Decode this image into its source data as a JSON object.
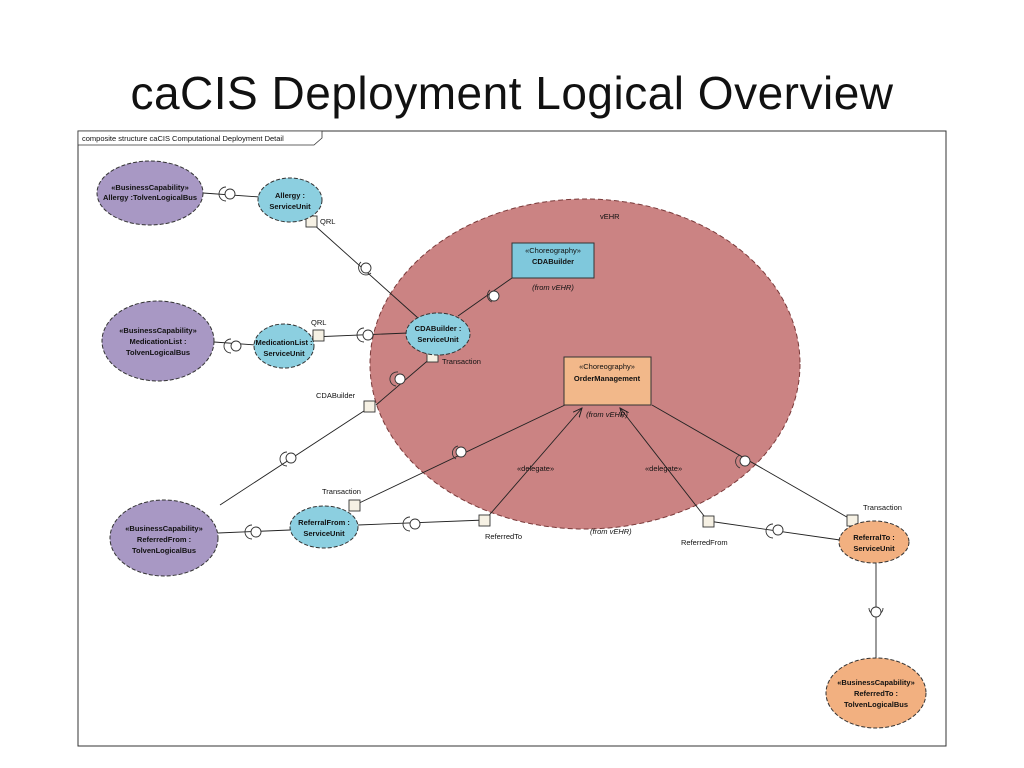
{
  "slide": {
    "title": "caCIS Deployment Logical Overview"
  },
  "frame": {
    "label": "composite structure caCIS Computational Deployment Detail"
  },
  "vehr": {
    "label": "vEHR",
    "from_label": "(from vEHR)"
  },
  "choreographies": {
    "cdabuilder": {
      "stereotype": "«Choreography»",
      "name": "CDABuilder",
      "from": "(from vEHR)"
    },
    "ordermanagement": {
      "stereotype": "«Choreography»",
      "name": "OrderManagement",
      "from": "(from vEHR)"
    }
  },
  "capabilities": {
    "allergy": {
      "line1": "«BusinessCapability»",
      "line2": "Allergy :TolvenLogicalBus",
      "line3": ""
    },
    "medication": {
      "line1": "«BusinessCapability»",
      "line2": "MedicationList :",
      "line3": "TolvenLogicalBus"
    },
    "referredfrom": {
      "line1": "«BusinessCapability»",
      "line2": "ReferredFrom :",
      "line3": "TolvenLogicalBus"
    },
    "referredto": {
      "line1": "«BusinessCapability»",
      "line2": "ReferredTo :",
      "line3": "TolvenLogicalBus"
    }
  },
  "service_units": {
    "allergy": {
      "line1": "Allergy :",
      "line2": "ServiceUnit"
    },
    "medication": {
      "line1": "MedicationList :",
      "line2": "ServiceUnit"
    },
    "cdabuilder": {
      "line1": "CDABuilder :",
      "line2": "ServiceUnit"
    },
    "referralfrom": {
      "line1": "ReferralFrom :",
      "line2": "ServiceUnit"
    },
    "referralto": {
      "line1": "ReferralTo :",
      "line2": "ServiceUnit"
    }
  },
  "ports": {
    "qrl_allergy": "QRL",
    "qrl_medication": "QRL",
    "transaction_cda": "Transaction",
    "cdabuilder": "CDABuilder",
    "transaction_referralfrom": "Transaction",
    "referredto": "ReferredTo",
    "referredfrom": "ReferredFrom",
    "transaction_referralto": "Transaction"
  },
  "delegates": {
    "left": "«delegate»",
    "right": "«delegate»"
  },
  "colors": {
    "capability_fill": "#a898c4",
    "service_unit_fill": "#8ccfe0",
    "vehr_fill": "#cb8383",
    "choreography_cda_fill": "#7fc8dc",
    "choreography_om_fill": "#f2b88a",
    "referralto_fill": "#f2b080"
  }
}
